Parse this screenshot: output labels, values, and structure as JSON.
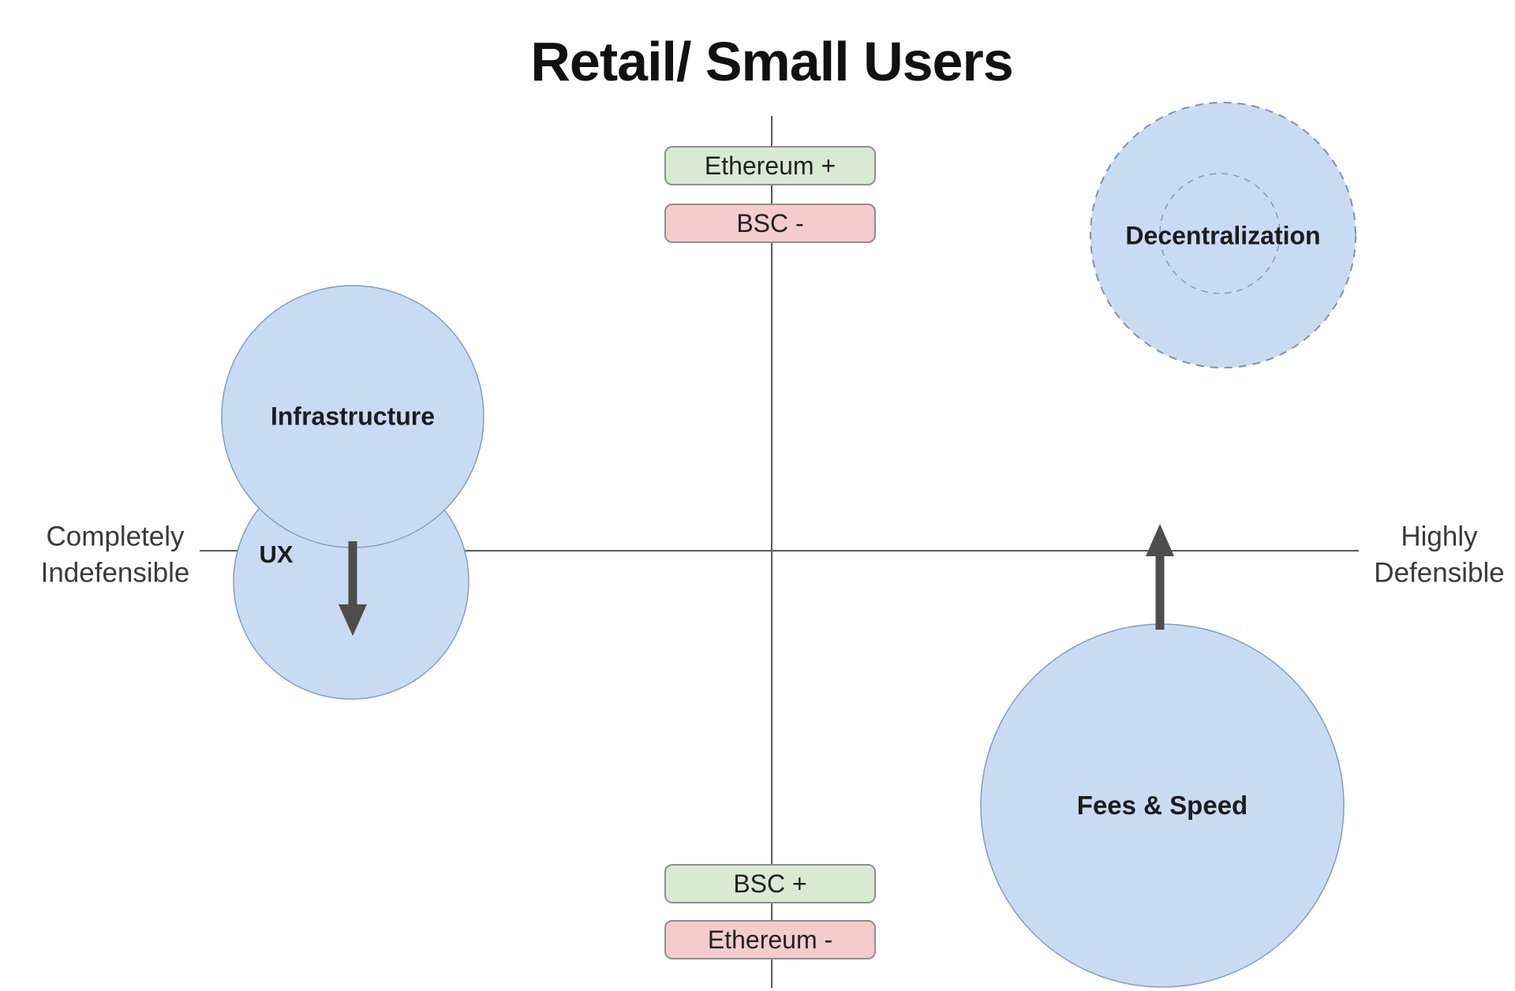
{
  "title": "Retail/ Small Users",
  "axis": {
    "left": {
      "line1": "Completely",
      "line2": "Indefensible"
    },
    "right": {
      "line1": "Highly",
      "line2": "Defensible"
    }
  },
  "tags": {
    "top_positive": "Ethereum +",
    "top_negative": "BSC -",
    "bottom_positive": "BSC +",
    "bottom_negative": "Ethereum -"
  },
  "bubbles": {
    "infrastructure": {
      "label": "Infrastructure"
    },
    "ux": {
      "label": "UX"
    },
    "decentralization": {
      "label": "Decentralization"
    },
    "fees_speed": {
      "label": "Fees & Speed"
    }
  },
  "colors": {
    "bubble_fill": "#c9dbf3",
    "bubble_stroke": "#7f9ec4",
    "dashed_stroke": "#7d93ad",
    "positive_fill": "#d9ead3",
    "negative_fill": "#f4cccc",
    "tag_border": "#8f8f8f",
    "axis_line": "#595959",
    "arrow": "#4d4d4d",
    "title_text": "#111111",
    "label_text": "#3a3a3a"
  }
}
